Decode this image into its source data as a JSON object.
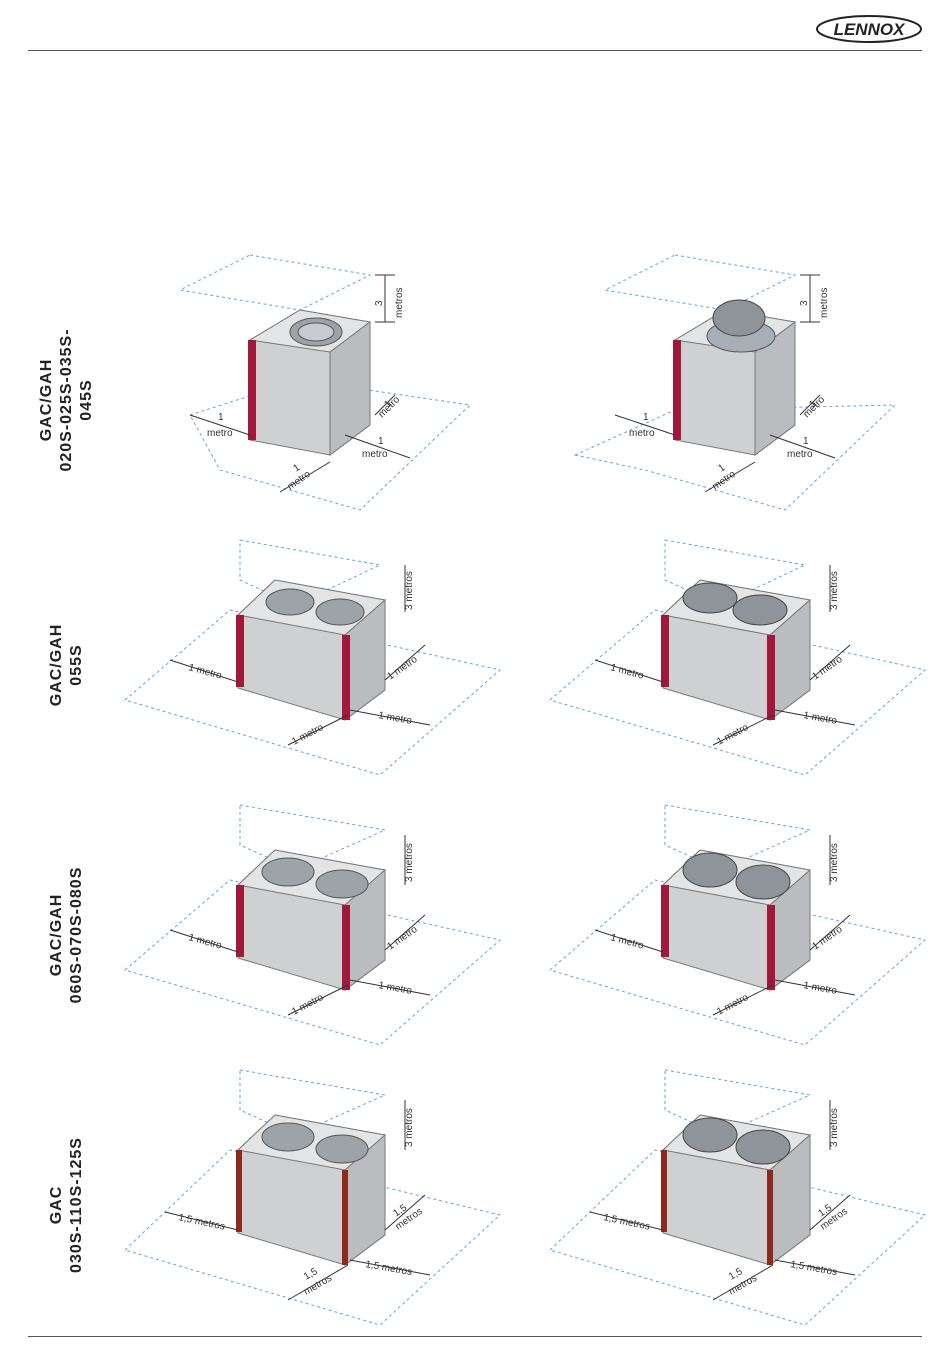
{
  "header": {
    "brand": "LENNOX"
  },
  "rows": [
    {
      "label_line1": "GAC/GAH",
      "label_line2": "020S-025S-035S-045S",
      "left": {
        "top": "3",
        "top_unit": "metros",
        "left": "1",
        "left_unit": "metro",
        "right_side": "1",
        "right_side_unit": "metro",
        "front_right": "1",
        "front_right_unit": "metro",
        "front": "1",
        "front_unit": "metro"
      },
      "right": {
        "top": "3",
        "top_unit": "metros",
        "left": "1",
        "left_unit": "metro",
        "right_side": "1",
        "right_side_unit": "metro",
        "front_right": "1",
        "front_right_unit": "metro",
        "front": "1",
        "front_unit": "metro"
      }
    },
    {
      "label_line1": "GAC/GAH",
      "label_line2": "055S",
      "left": {
        "top": "3 metros",
        "left": "1 metro",
        "right_side": "1 metro",
        "front_right": "1 metro",
        "front": "1 metro"
      },
      "right": {
        "top": "3 metros",
        "left": "1 metro",
        "right_side": "1 metro",
        "front_right": "1 metro",
        "front": "1 metro"
      }
    },
    {
      "label_line1": "GAC/GAH",
      "label_line2": "060S-070S-080S",
      "left": {
        "top": "3 metros",
        "left": "1 metro",
        "right_side": "1 metro",
        "front_right": "1 metro",
        "front": "1 metro"
      },
      "right": {
        "top": "3 metros",
        "left": "1 metro",
        "right_side": "1 metro",
        "front_right": "1 metro",
        "front": "1 metro"
      }
    },
    {
      "label_line1": "GAC",
      "label_line2": "030S-110S-125S",
      "left": {
        "top": "3 metros",
        "left": "1,5 metros",
        "right_side": "1,5",
        "right_side_unit": "metros",
        "front_right": "1,5 metros",
        "front": "1,5",
        "front_unit": "metros"
      },
      "right": {
        "top": "3 metros",
        "left": "1,5 metros",
        "right_side": "1,5",
        "right_side_unit": "metros",
        "front_right": "1,5 metros",
        "front": "1,5",
        "front_unit": "metros"
      }
    }
  ]
}
